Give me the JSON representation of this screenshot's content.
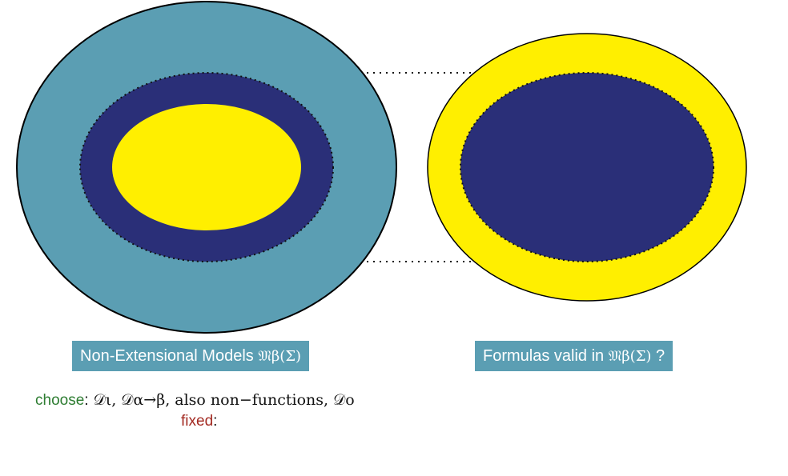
{
  "colors": {
    "outer_teal": "#5b9eb3",
    "navy": "#2a2f78",
    "yellow": "#ffef00",
    "label_bg": "#5b9eb3",
    "choose_green": "#2e7d32",
    "fixed_red": "#a32a22"
  },
  "labels": {
    "left_text": "Non-Extensional Models ",
    "left_math": "𝔐β(Σ)",
    "right_text": "Formulas valid in ",
    "right_math": "𝔐β(Σ)",
    "right_suffix": " ?"
  },
  "notes": {
    "choose_keyword": "choose",
    "choose_colon": ":",
    "choose_math": " 𝒟ι, 𝒟α→β,",
    "choose_rest": " also non−functions, ",
    "choose_math2": "𝒟ο",
    "fixed_keyword": "fixed",
    "fixed_colon": ":"
  }
}
